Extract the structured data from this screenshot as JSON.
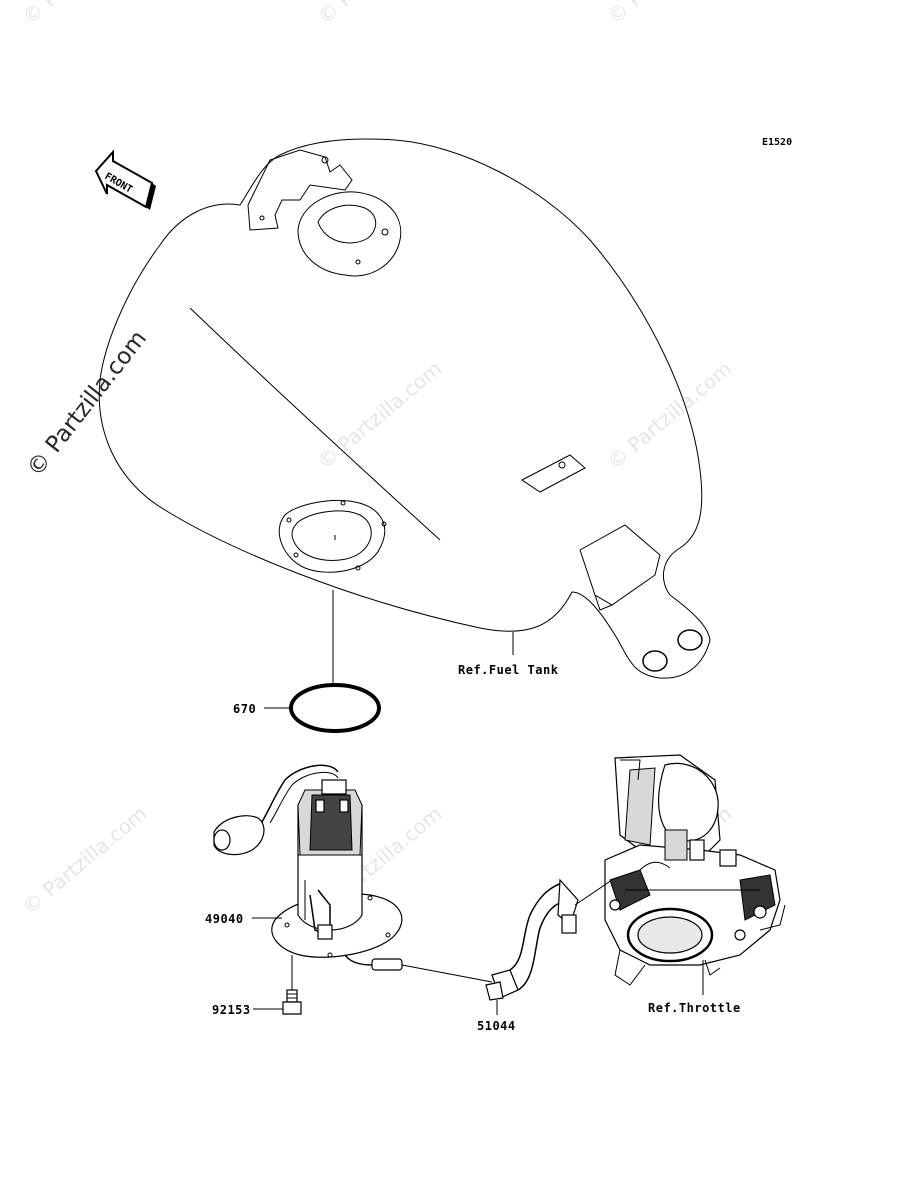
{
  "diagram_code": "E1520",
  "front_arrow_label": "FRONT",
  "refs": {
    "fuel_tank": "Ref.Fuel Tank",
    "throttle": "Ref.Throttle"
  },
  "parts": [
    {
      "number": "670"
    },
    {
      "number": "49040"
    },
    {
      "number": "92153"
    },
    {
      "number": "51044"
    }
  ],
  "watermark": {
    "text": "© Partzilla.com",
    "large_text": "© Partzilla.com"
  }
}
